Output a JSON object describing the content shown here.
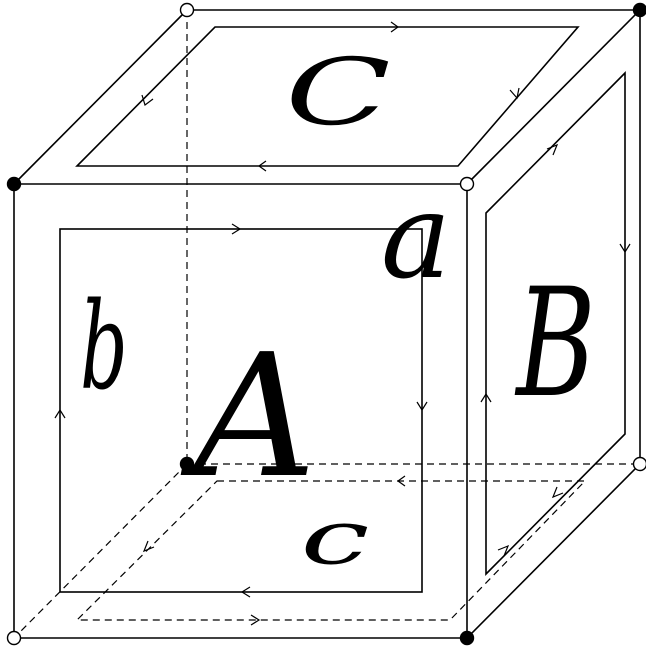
{
  "diagram": {
    "face_labels": {
      "front": "A",
      "right": "B",
      "top": "C",
      "bottom": "c",
      "left": "b",
      "corner": "a"
    },
    "vertex_colors": {
      "filled": "#000000",
      "open": "#ffffff"
    }
  }
}
